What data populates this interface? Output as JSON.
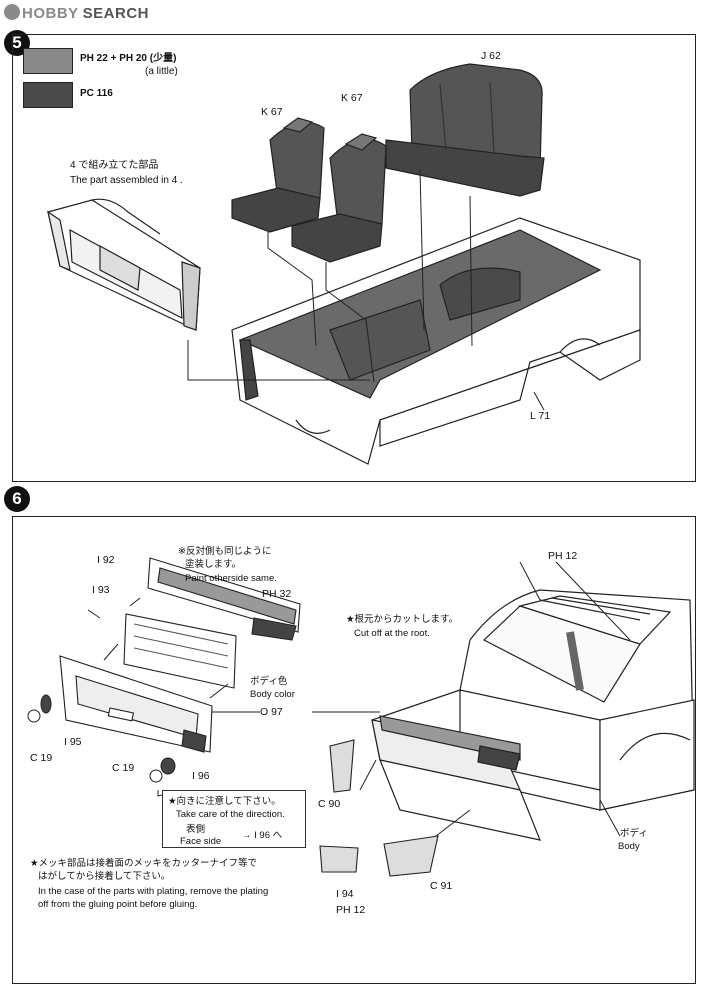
{
  "watermark": {
    "brand": "HOBBY",
    "word": "SEARCH"
  },
  "step5": {
    "number": "5",
    "legend": [
      {
        "color": "#8a8a8a",
        "code": "PH 22 + PH 20 (少量)",
        "note": "(a little)"
      },
      {
        "color": "#4a4a4a",
        "code": "PC 116",
        "note": ""
      }
    ],
    "assembled_note_jp": "4 で組み立てた部品",
    "assembled_note_en": "The part assembled in 4 .",
    "parts": {
      "k67_left": "K 67",
      "k67_right": "K 67",
      "j62": "J 62",
      "l71": "L 71"
    }
  },
  "step6": {
    "number": "6",
    "parts": {
      "i92": "I 92",
      "i93": "I 93",
      "i95": "I 95",
      "i96": "I 96",
      "c19_left": "C 19",
      "c19_mid": "C 19",
      "o97": "O 97",
      "c90": "C 90",
      "c91": "C 91",
      "i94": "I 94",
      "ph12_bottom": "PH 12",
      "ph12_top": "PH 12",
      "ph32": "PH 32"
    },
    "notes": {
      "paint_other_jp1": "※反対側も同じように",
      "paint_other_jp2": "塗装します。",
      "paint_other_en": "Paint otherside same.",
      "body_color_jp": "ボディ色",
      "body_color_en": "Body color",
      "cut_root_jp": "★根元からカットします。",
      "cut_root_en": "Cut off at the root.",
      "direction_jp": "★向きに注意して下さい。",
      "direction_en": "Take care of the direction.",
      "face_side_jp": "表側",
      "face_side_en": "Face side",
      "face_side_part": "→ I 96 へ",
      "plating_jp1": "★メッキ部品は接着面のメッキをカッターナイフ等で",
      "plating_jp2": "はがしてから接着して下さい。",
      "plating_en1": "In the case of the parts with plating, remove the plating",
      "plating_en2": "off from the gluing point before gluing.",
      "body_jp": "ボディ",
      "body_en": "Body"
    }
  }
}
